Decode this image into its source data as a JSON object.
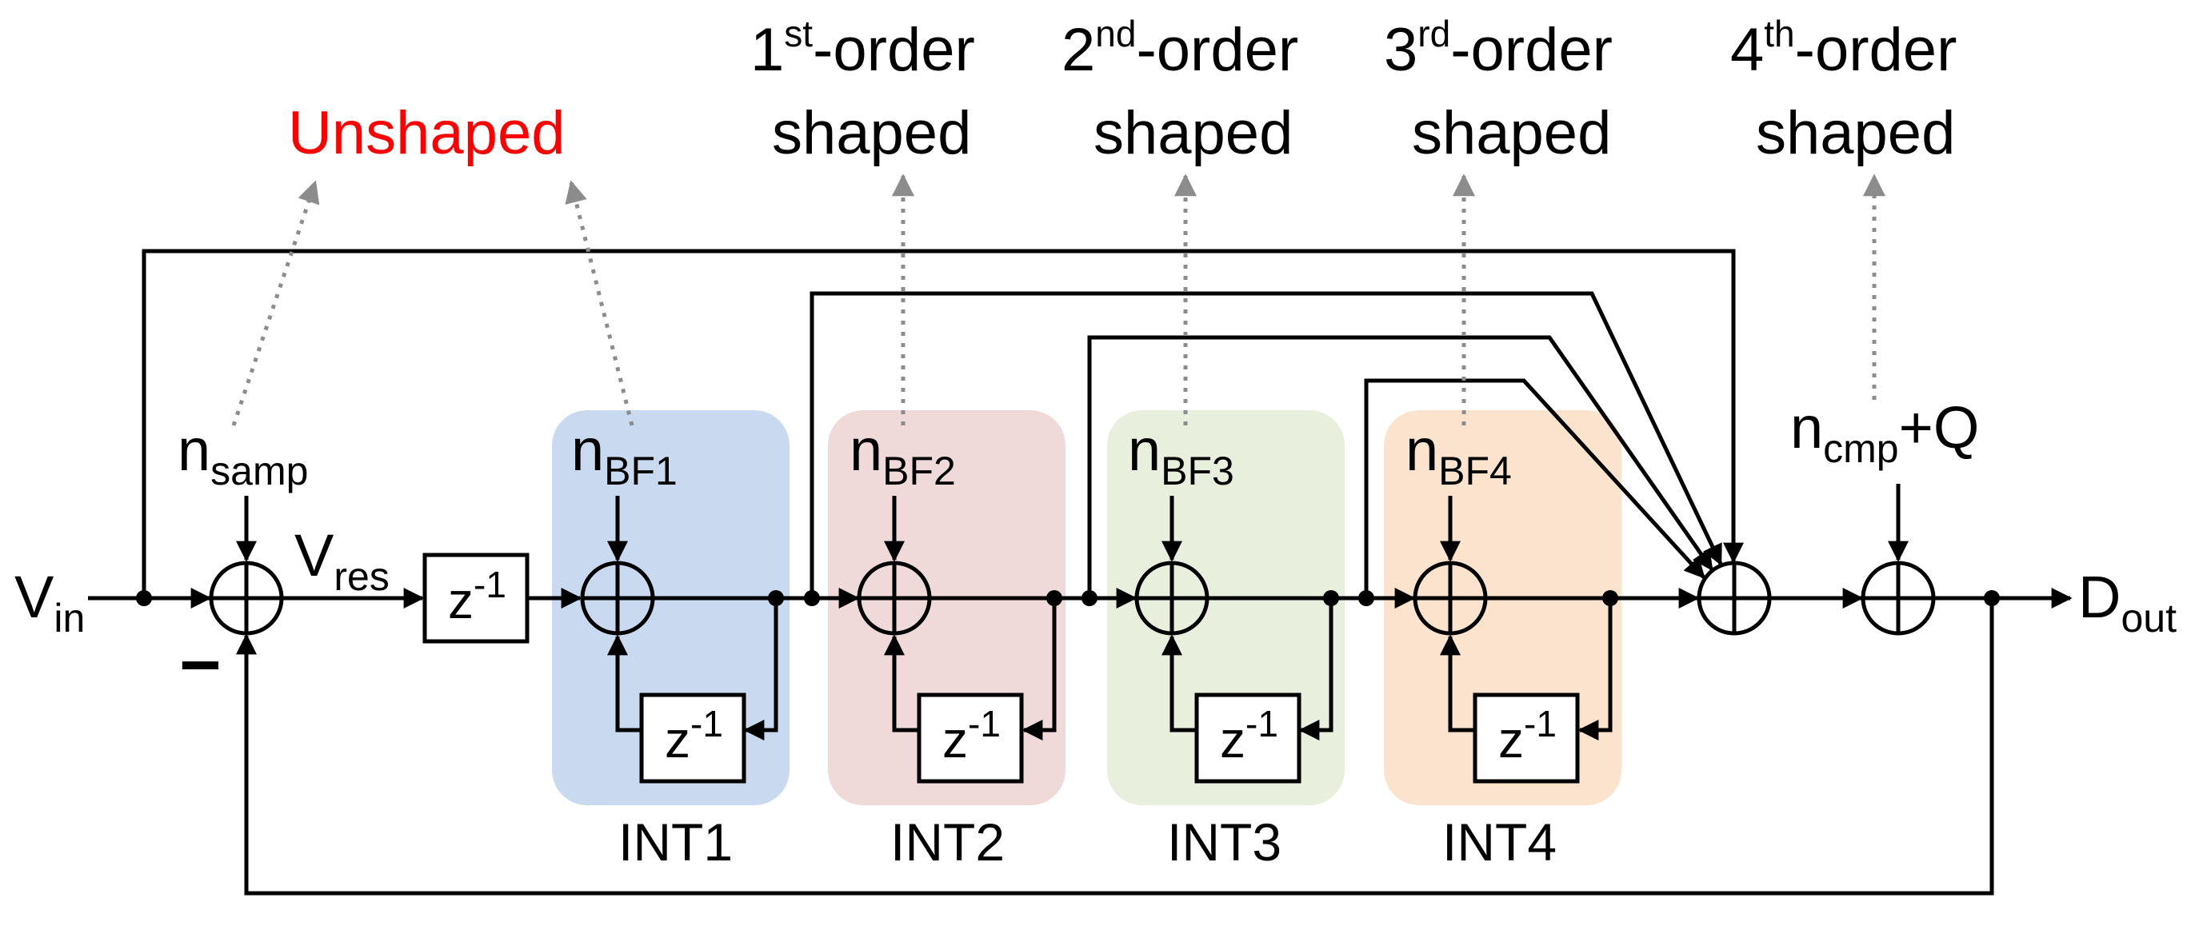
{
  "colors": {
    "int1_bg": "#c9daf0",
    "int2_bg": "#f0d9d9",
    "int3_bg": "#e8efdc",
    "int4_bg": "#fce3cd",
    "unshaped_text": "#ff0000",
    "dashed_arrow": "#8c8c8c"
  },
  "top_labels": {
    "unshaped": "Unshaped",
    "first": {
      "num": "1",
      "sup": "st",
      "rest": "-order",
      "line2": "shaped"
    },
    "second": {
      "num": "2",
      "sup": "nd",
      "rest": "-order",
      "line2": "shaped"
    },
    "third": {
      "num": "3",
      "sup": "rd",
      "rest": "-order",
      "line2": "shaped"
    },
    "fourth": {
      "num": "4",
      "sup": "th",
      "rest": "-order",
      "line2": "shaped"
    }
  },
  "signals": {
    "vin": {
      "main": "V",
      "sub": "in"
    },
    "vres": {
      "main": "V",
      "sub": "res"
    },
    "dout": {
      "main": "D",
      "sub": "out"
    },
    "minus": "−",
    "n_samp": {
      "main": "n",
      "sub": "samp"
    },
    "n_bf1": {
      "main": "n",
      "sub": "BF1"
    },
    "n_bf2": {
      "main": "n",
      "sub": "BF2"
    },
    "n_bf3": {
      "main": "n",
      "sub": "BF3"
    },
    "n_bf4": {
      "main": "n",
      "sub": "BF4"
    },
    "n_cmp": {
      "main": "n",
      "sub": "cmp",
      "rest": "+Q"
    }
  },
  "delay": {
    "main": "z",
    "sup": "-1"
  },
  "integrators": [
    "INT1",
    "INT2",
    "INT3",
    "INT4"
  ]
}
